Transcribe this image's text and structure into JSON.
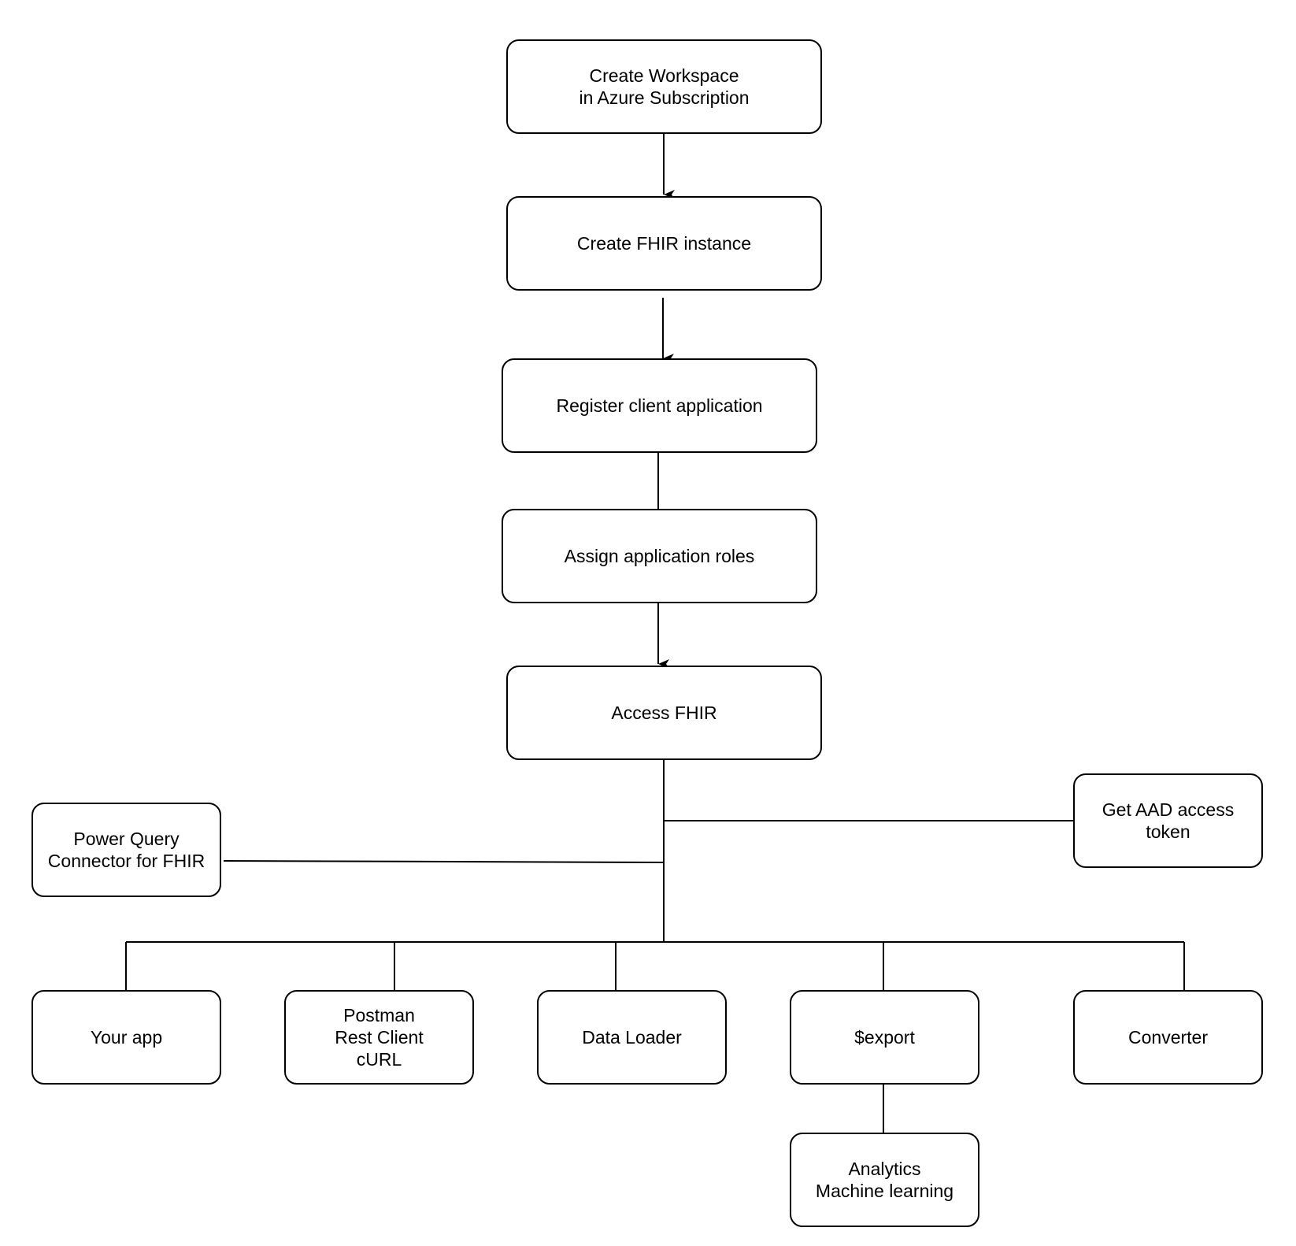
{
  "diagram": {
    "nodes": {
      "workspace": "Create Workspace\nin Azure Subscription",
      "fhir_instance": "Create FHIR instance",
      "register_client": "Register client application",
      "assign_roles": "Assign application roles",
      "access_fhir": "Access FHIR",
      "power_query": "Power Query\nConnector for FHIR",
      "aad_token": "Get AAD access\ntoken",
      "your_app": "Your app",
      "postman": "Postman\nRest Client\ncURL",
      "data_loader": "Data Loader",
      "export": "$export",
      "converter": "Converter",
      "analytics": "Analytics\nMachine learning"
    },
    "colors": {
      "stroke": "#000000",
      "background": "#ffffff",
      "text": "#000000"
    }
  }
}
